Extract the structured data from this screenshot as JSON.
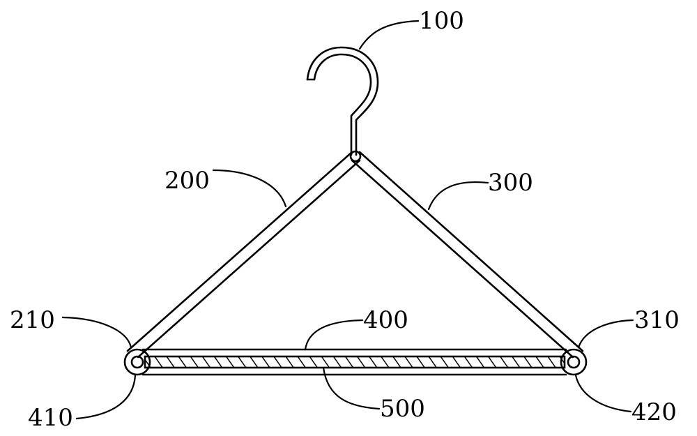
{
  "labels": {
    "hook": "100",
    "left_arm": "200",
    "right_arm": "300",
    "left_end": "210",
    "right_end": "310",
    "bar_top": "400",
    "bar_bottom": "500",
    "left_joint": "410",
    "right_joint": "420"
  },
  "colors": {
    "line": "#000000",
    "background": "#ffffff"
  }
}
